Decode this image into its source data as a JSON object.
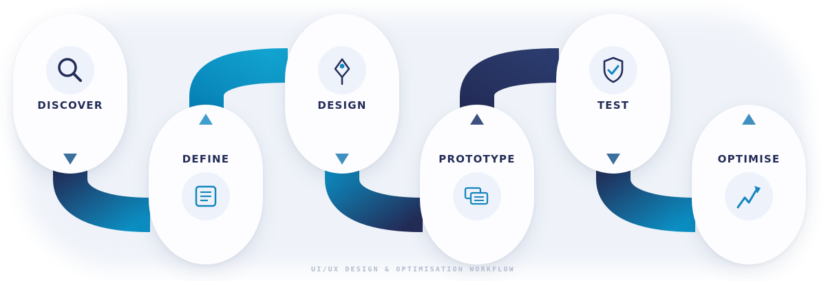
{
  "diagram": {
    "footer": "UI/UX DESIGN & OPTIMISATION WORKFLOW",
    "colors": {
      "navy": "#232c57",
      "teal": "#0b8ec2",
      "mid_blue": "#3f8fc0",
      "icon_bg": "#eef3fb",
      "card_bg": "#fdfdff"
    },
    "steps": [
      {
        "label": "DISCOVER",
        "icon": "search-icon",
        "arrow": "down"
      },
      {
        "label": "DEFINE",
        "icon": "document-icon",
        "arrow": "up"
      },
      {
        "label": "DESIGN",
        "icon": "pen-nib-icon",
        "arrow": "down"
      },
      {
        "label": "PROTOTYPE",
        "icon": "screens-icon",
        "arrow": "up"
      },
      {
        "label": "TEST",
        "icon": "shield-check-icon",
        "arrow": "down"
      },
      {
        "label": "OPTIMISE",
        "icon": "trend-up-icon",
        "arrow": "up"
      }
    ]
  }
}
